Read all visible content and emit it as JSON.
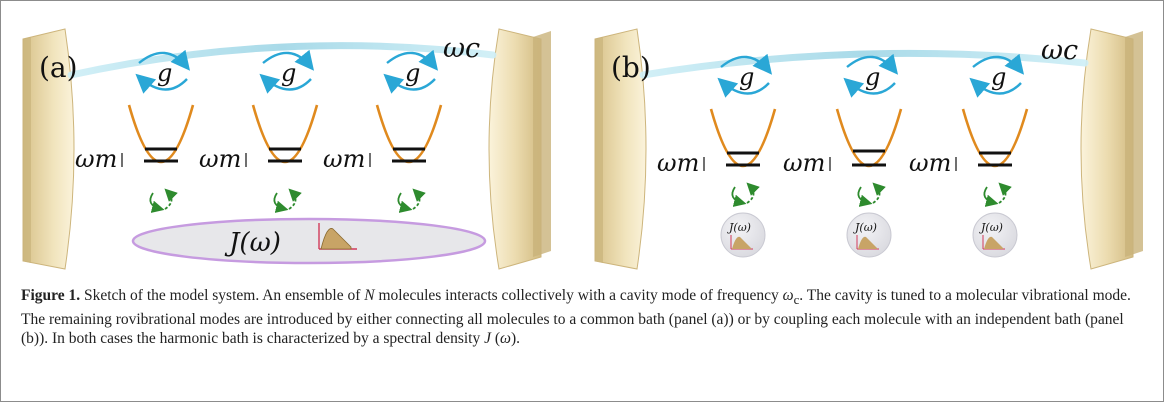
{
  "panels": [
    {
      "letter": "(a)",
      "omega_c": "ωc",
      "g_label": "g",
      "omega_m": "ωm",
      "bath_label": "J(ω)",
      "molecule_count": 3,
      "bath": "common"
    },
    {
      "letter": "(b)",
      "omega_c": "ωc",
      "g_label": "g",
      "omega_m": "ωm",
      "bath_label": "J(ω)",
      "molecule_count": 3,
      "bath": "independent"
    }
  ],
  "caption": {
    "label": "Figure 1.",
    "t1": " Sketch of the model system. An ensemble of ",
    "n": "N",
    "t2": " molecules interacts collectively with a cavity mode of frequency ",
    "omega": "ω",
    "sub_c": "c",
    "t3": ". The cavity is tuned to a molecular vibrational mode. The remaining rovibrational modes are introduced by either connecting all molecules to a common bath (panel (a)) or by coupling each molecule with an independent bath (panel (b)). In both cases the harmonic bath is characterized by a spectral density ",
    "j": "J",
    "t4": " (",
    "omega2": "ω",
    "t5": ")."
  },
  "colors": {
    "mirror": "#e9d6a4",
    "mirror_shade": "#c9b37a",
    "cavity_mode": "#a8dcea",
    "potential": "#e08a1e",
    "coupling_arrow": "#2aa7d6",
    "relax_arrow": "#2e8b2e",
    "bath_fill": "#e7e7ea",
    "bath_edge": "#c69be0",
    "spectrum_fill": "#c8a466",
    "spectrum_axis": "#d23a5a"
  }
}
